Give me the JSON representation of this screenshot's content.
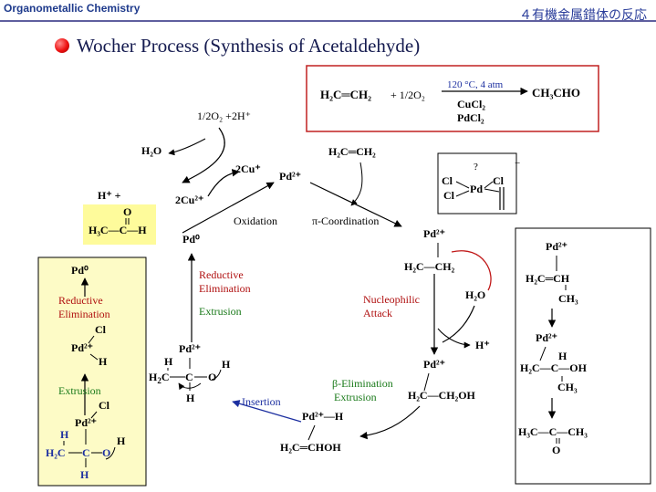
{
  "header": {
    "left": "Organometallic Chemistry",
    "right": "４有機金属錯体の反応"
  },
  "title": "Wocher Process (Synthesis of Acetaldehyde)",
  "overall": {
    "reactant": "H₂C═CH₂",
    "plus_o2": "+ 1/2O₂",
    "conditions_top": "120 °C, 4 atm",
    "catalyst_1": "CuCl₂",
    "catalyst_2": "PdCl₂",
    "product": "CH₃CHO"
  },
  "copper_cycle": {
    "o2_input": "1/2O₂ +2H⁺",
    "water": "H₂O",
    "cu_plus": "2Cu⁺",
    "pd_top": "Pd²⁺",
    "cu2_plus": "2Cu²⁺"
  },
  "cycle": {
    "ethylene": "H₂C═CH₂",
    "oxidation": "Oxidation",
    "pi_coordination": "π-Coordination",
    "pd0": "Pd⁰",
    "pd_complex": "Pd²⁺",
    "h2c_ch2": "H₂C—CH₂",
    "water": "H₂O",
    "nucleophilic_1": "Nucleophilic",
    "nucleophilic_2": "Attack",
    "h_plus": "H⁺",
    "reductive_1": "Reductive",
    "reductive_2": "Elimination",
    "extrusion": "Extrusion",
    "beta_1": "β-Elimination",
    "beta_2": "Extrusion",
    "insertion": "Insertion",
    "pd_ch2oh": "Pd²⁺",
    "h2c_ch2oh": "H₂C—CH₂OH",
    "pd_h": "Pd²⁺—H",
    "h2c_choh": "H₂C═CHOH",
    "pd_alkoxide": "Pd²⁺"
  },
  "product_box": {
    "h_plus": "H⁺ +",
    "oxygen": "O",
    "acetaldehyde": "H₃C—C—H"
  },
  "square_planar": {
    "question": "?",
    "minus": "−",
    "cl1": "Cl",
    "cl2": "Cl",
    "cl3": "Cl",
    "pd": "Pd"
  },
  "left_box": {
    "pd0": "Pd⁰",
    "reductive_1": "Reductive",
    "reductive_2": "Elimination",
    "cl": "Cl",
    "pd_h": "Pd²⁺",
    "h": "H",
    "extrusion": "Extrusion",
    "cl2": "Cl",
    "pd2": "Pd²⁺",
    "h_top": "H",
    "h2c": "H₂C",
    "c": "C",
    "o": "O",
    "h_right": "H",
    "h_bottom": "H"
  },
  "right_box": {
    "pd1": "Pd²⁺",
    "h2c_ch": "H₂C═CH",
    "ch3": "CH₃",
    "pd2": "Pd²⁺",
    "h": "H",
    "h2c_c_oh": "H₂C—C—OH",
    "ch3_b": "CH₃",
    "final": "H₃C—C—CH₃",
    "o": "O"
  },
  "colors": {
    "title_dark": "#141a4f",
    "header_blue": "#2a3d9a",
    "red_label": "#b01010",
    "green_label": "#1a7a1a",
    "blue_label": "#1c2fa0",
    "yellow_box": "#fefb9b",
    "left_box_fill": "#fdfbc6",
    "red_border": "#c02020"
  }
}
